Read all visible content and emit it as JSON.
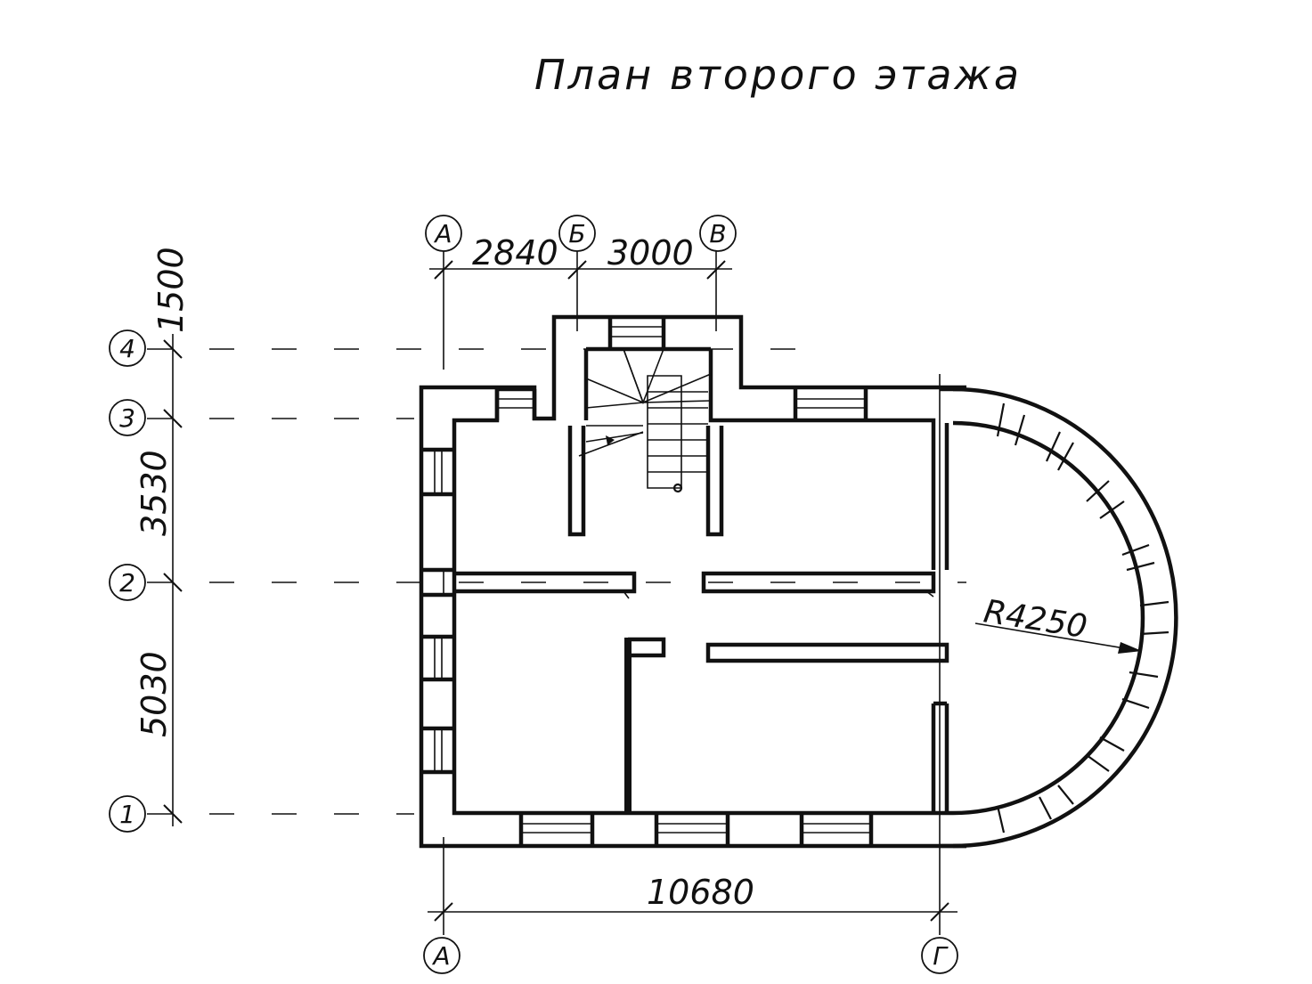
{
  "title": "План второго этажа",
  "axes": {
    "columns": [
      "А",
      "Б",
      "В",
      "Г"
    ],
    "rows": [
      "1",
      "2",
      "3",
      "4"
    ]
  },
  "dimensions": {
    "top": [
      "2840",
      "3000"
    ],
    "bottom": "10680",
    "left": [
      "1500",
      "3530",
      "5030"
    ],
    "radius": "R4250"
  }
}
